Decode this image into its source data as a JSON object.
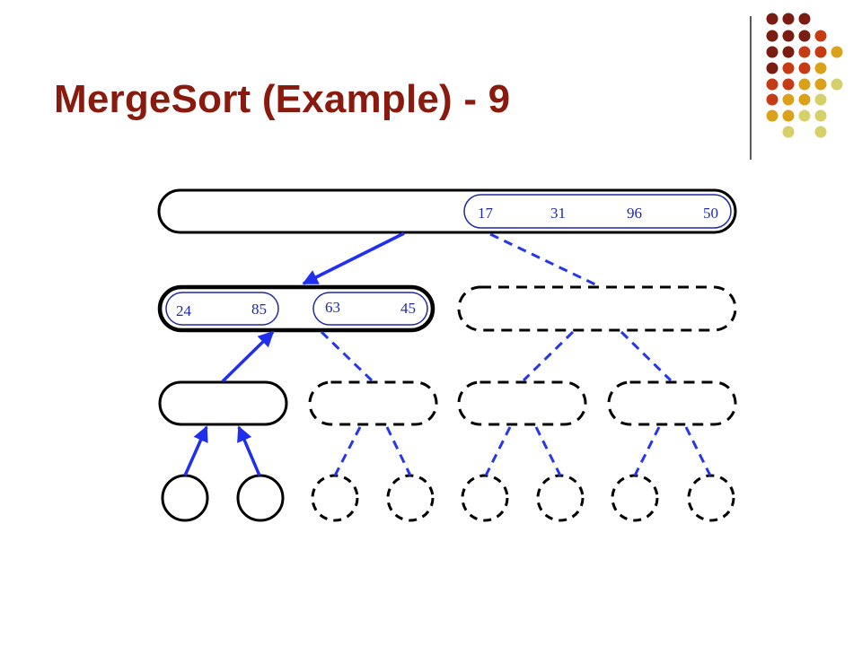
{
  "slide": {
    "title": "MergeSort (Example) - 9"
  },
  "theme": {
    "title_color": "#8b1a0e",
    "dot_colors": [
      "#7a1c12",
      "#c53b14",
      "#d9a21a",
      "#d6d06a"
    ],
    "solid_edge_color": "#1f2ef0",
    "dashed_edge_color": "#2438e8"
  },
  "tree": {
    "root": {
      "values": [
        "17",
        "31",
        "96",
        "50"
      ]
    },
    "level1_left": {
      "left_pair": [
        "24",
        "85"
      ],
      "right_pair": [
        "63",
        "45"
      ]
    }
  }
}
